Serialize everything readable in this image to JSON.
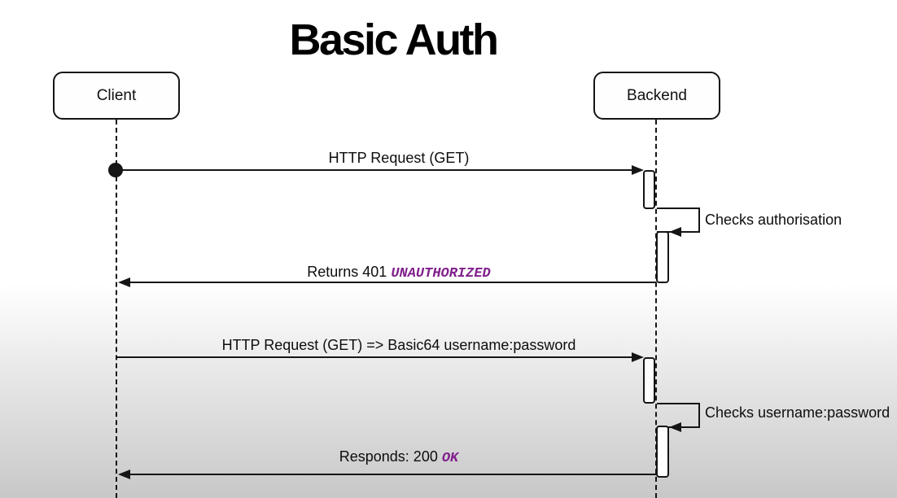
{
  "diagram": {
    "type": "sequence-diagram",
    "title": "Basic Auth",
    "actors": [
      {
        "id": "client",
        "label": "Client"
      },
      {
        "id": "backend",
        "label": "Backend"
      }
    ],
    "messages": [
      {
        "from": "Client",
        "to": "Backend",
        "kind": "request-arrow-with-start-dot",
        "label": "HTTP Request (GET)"
      },
      {
        "from": "Backend",
        "to": "Backend",
        "kind": "self-message",
        "label": "Checks authorisation"
      },
      {
        "from": "Backend",
        "to": "Client",
        "kind": "response-arrow",
        "label_text": "Returns 401 ",
        "label_code": "UNAUTHORIZED"
      },
      {
        "from": "Client",
        "to": "Backend",
        "kind": "request-arrow",
        "label": "HTTP Request (GET) => Basic64 username:password"
      },
      {
        "from": "Backend",
        "to": "Backend",
        "kind": "self-message",
        "label": "Checks username:password"
      },
      {
        "from": "Backend",
        "to": "Client",
        "kind": "response-arrow",
        "label_text": "Responds: 200 ",
        "label_code": "OK"
      }
    ],
    "colors": {
      "line": "#151515",
      "code_text": "#81208c",
      "background_top": "#ffffff",
      "background_bottom": "#c8c8c8"
    }
  }
}
